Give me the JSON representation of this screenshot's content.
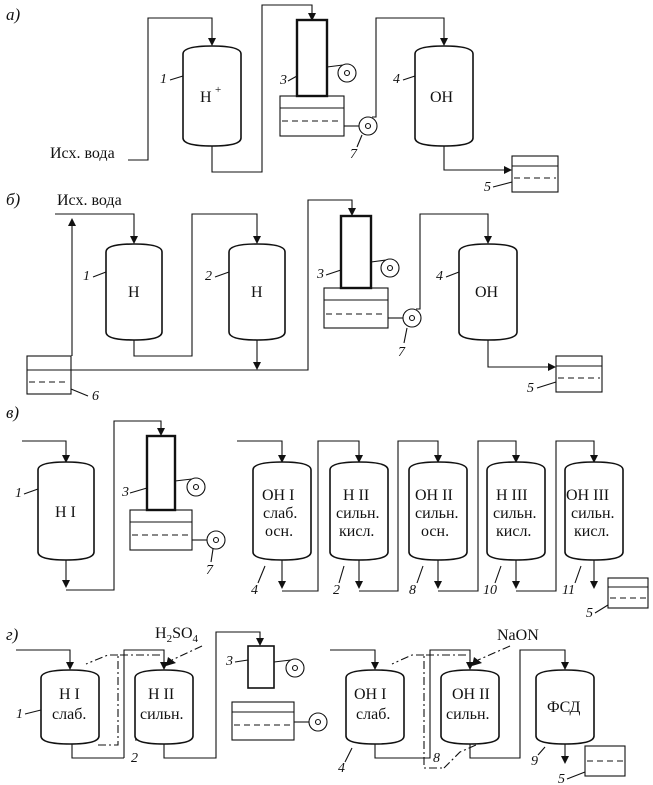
{
  "sections": {
    "a": "а)",
    "b": "б)",
    "v": "в)",
    "g": "г)"
  },
  "inputs": {
    "raw_water": "Исх. вода"
  },
  "reagents": {
    "acid_main": "H",
    "acid_sub2": "2",
    "acid_mid": "SO",
    "acid_sub4": "4",
    "alkali": "NaON"
  },
  "vessels": {
    "a_h": {
      "main": "H",
      "sup": "+"
    },
    "a_oh": "OH",
    "b_h1": "H",
    "b_h2": "H",
    "b_oh": "OH",
    "v_h1": "H I",
    "v_oh1": [
      "OH I",
      "слаб.",
      "осн."
    ],
    "v_h2": [
      "H II",
      "сильн.",
      "кисл."
    ],
    "v_oh2": [
      "OH II",
      "сильн.",
      "осн."
    ],
    "v_h3": [
      "H III",
      "сильн.",
      "кисл."
    ],
    "v_oh3": [
      "OH III",
      "сильн.",
      "кисл."
    ],
    "g_h1": [
      "H I",
      "слаб."
    ],
    "g_h2": [
      "H II",
      "сильн."
    ],
    "g_oh1": [
      "OH I",
      "слаб."
    ],
    "g_oh2": [
      "OH II",
      "сильн."
    ],
    "g_fsd": "ФСД"
  },
  "numbers": {
    "a": [
      "1",
      "3",
      "4",
      "7",
      "5"
    ],
    "b": [
      "1",
      "2",
      "3",
      "4",
      "7",
      "6",
      "5"
    ],
    "v": [
      "1",
      "3",
      "7",
      "4",
      "2",
      "8",
      "10",
      "11",
      "5"
    ],
    "g": [
      "3",
      "1",
      "2",
      "4",
      "8",
      "9",
      "5"
    ]
  }
}
